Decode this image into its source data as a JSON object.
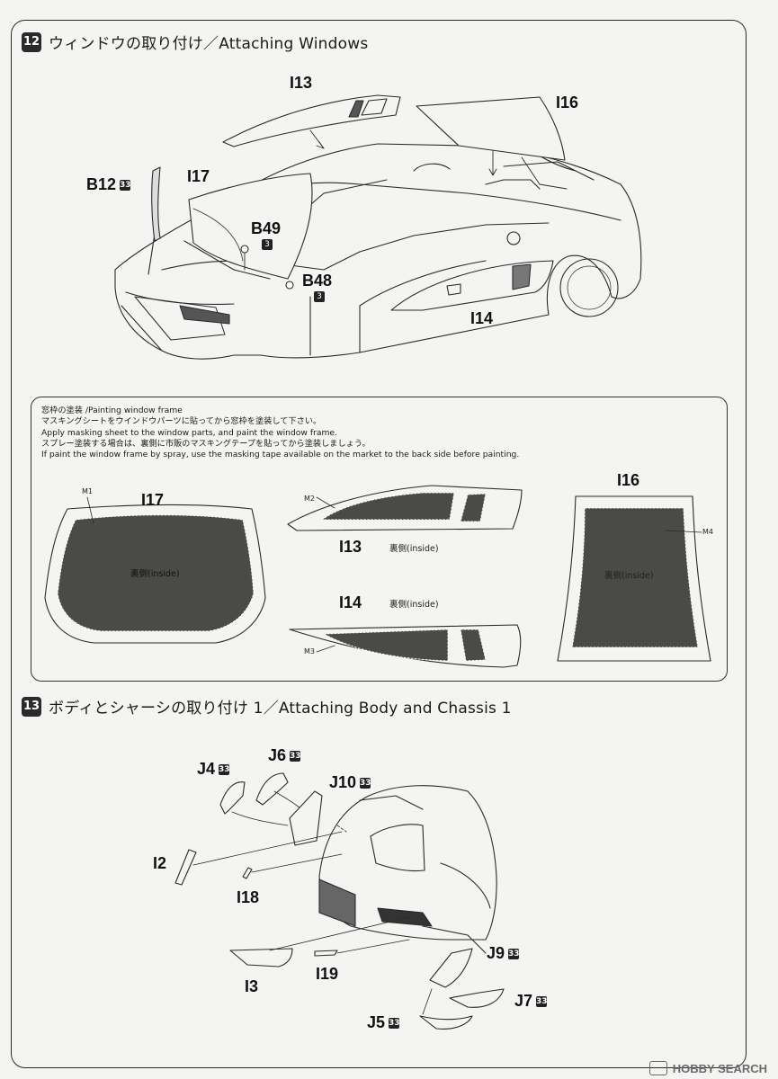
{
  "step12": {
    "number": "12",
    "title": "ウィンドウの取り付け／Attaching Windows",
    "parts": {
      "i13": "I13",
      "i16": "I16",
      "b12": "B12",
      "b12_qty": "33",
      "i17": "I17",
      "b49": "B49",
      "b49_qty": "3",
      "b48": "B48",
      "b48_qty": "3",
      "i14": "I14"
    }
  },
  "painting": {
    "lines": [
      "窓枠の塗装 /Painting window frame",
      "マスキングシートをウインドウパーツに貼ってから窓枠を塗装して下さい。",
      "Apply masking sheet to the window parts, and paint the window frame.",
      "スプレー塗装する場合は、裏側に市販のマスキングテープを貼ってから塗装しましょう。",
      "If paint the window frame by spray, use the masking tape available on the market to the back side before painting."
    ],
    "i17_label": "I17",
    "i17_inside": "裏側(inside)",
    "m1": "M1",
    "i13_label": "I13",
    "i13_inside": "裏側(inside)",
    "m2": "M2",
    "i14_label": "I14",
    "i14_inside": "裏側(inside)",
    "m3": "M3",
    "i16_label": "I16",
    "i16_inside": "裏側(inside)",
    "m4": "M4"
  },
  "step13": {
    "number": "13",
    "title": "ボディとシャーシの取り付け 1／Attaching Body and Chassis 1",
    "parts": {
      "j4": "J4",
      "j4_qty": "33",
      "j6": "J6",
      "j6_qty": "33",
      "j10": "J10",
      "j10_qty": "33",
      "i2": "I2",
      "i18": "I18",
      "i3": "I3",
      "i19": "I19",
      "j9": "J9",
      "j9_qty": "33",
      "j7": "J7",
      "j7_qty": "33",
      "j5": "J5",
      "j5_qty": "33"
    }
  },
  "watermark": "HOBBY SEARCH",
  "colors": {
    "line": "#2a2a2a",
    "mask": "#4a4a48",
    "paper": "#f4f4f2"
  }
}
